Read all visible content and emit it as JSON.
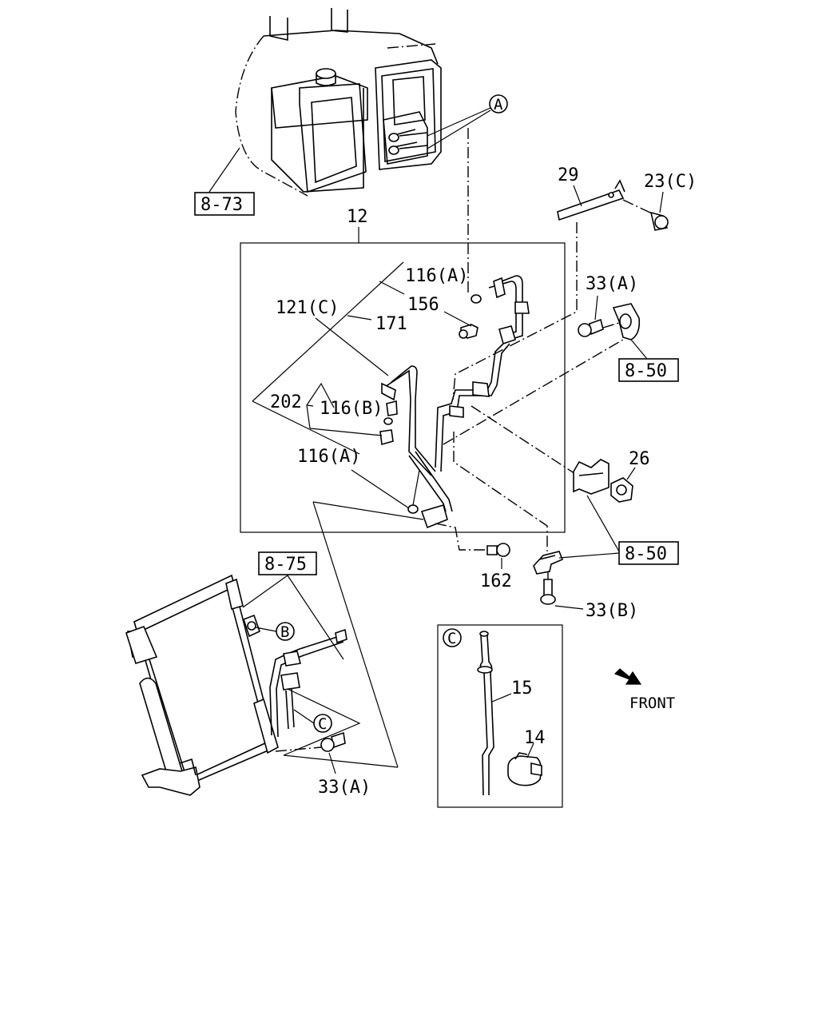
{
  "callouts": {
    "ref_8_73": "8-73",
    "ref_8_75": "8-75",
    "ref_8_50_top": "8-50",
    "ref_8_50_bottom": "8-50",
    "part_12": "12",
    "part_29": "29",
    "part_23c": "23(C)",
    "part_33a_top": "33(A)",
    "part_116a_top": "116(A)",
    "part_156": "156",
    "part_121c": "121(C)",
    "part_171": "171",
    "part_202": "202",
    "part_116b": "116(B)",
    "part_116a_mid": "116(A)",
    "part_26": "26",
    "part_162": "162",
    "part_33b": "33(B)",
    "part_15": "15",
    "part_14": "14",
    "part_33a_bottom": "33(A)",
    "front_label": "FRONT"
  },
  "markers": {
    "circle_a": "A",
    "circle_b": "B",
    "circle_c_detail": "C",
    "circle_c_main": "C"
  }
}
